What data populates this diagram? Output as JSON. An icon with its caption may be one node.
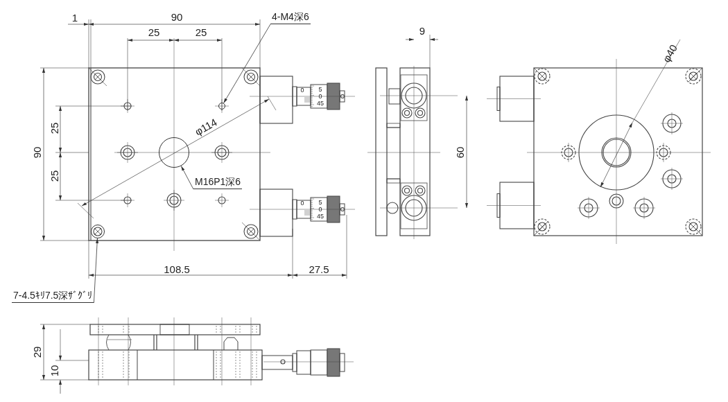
{
  "diagram": {
    "nodes": [
      {
        "text": [
          "4-M4深6"
        ]
      },
      {
        "text": [],
        "shape": "circle"
      },
      {
        "text": [
          "M16P1深6"
        ]
      },
      {
        "text": [],
        "shape": "circle"
      },
      {
        "text": [
          "7-4.5ｷﾘ7.5深ｻﾞｸﾞﾘ"
        ]
      },
      {
        "text": [],
        "shape": "circle"
      }
    ],
    "edges": [
      {
        "from": 0,
        "to": 1,
        "arrow": "to"
      },
      {
        "from": 2,
        "to": 3,
        "arrow": "to"
      },
      {
        "from": 4,
        "to": 5,
        "arrow": "to"
      }
    ],
    "labels": [
      "1",
      "90",
      "9",
      "φ40",
      "25",
      "25",
      "25",
      "φ114",
      "90",
      "60",
      "25",
      "0",
      "5",
      "0",
      "45",
      "0",
      "5",
      "0",
      "45",
      "108.5",
      "27.5",
      "29",
      "10"
    ]
  }
}
